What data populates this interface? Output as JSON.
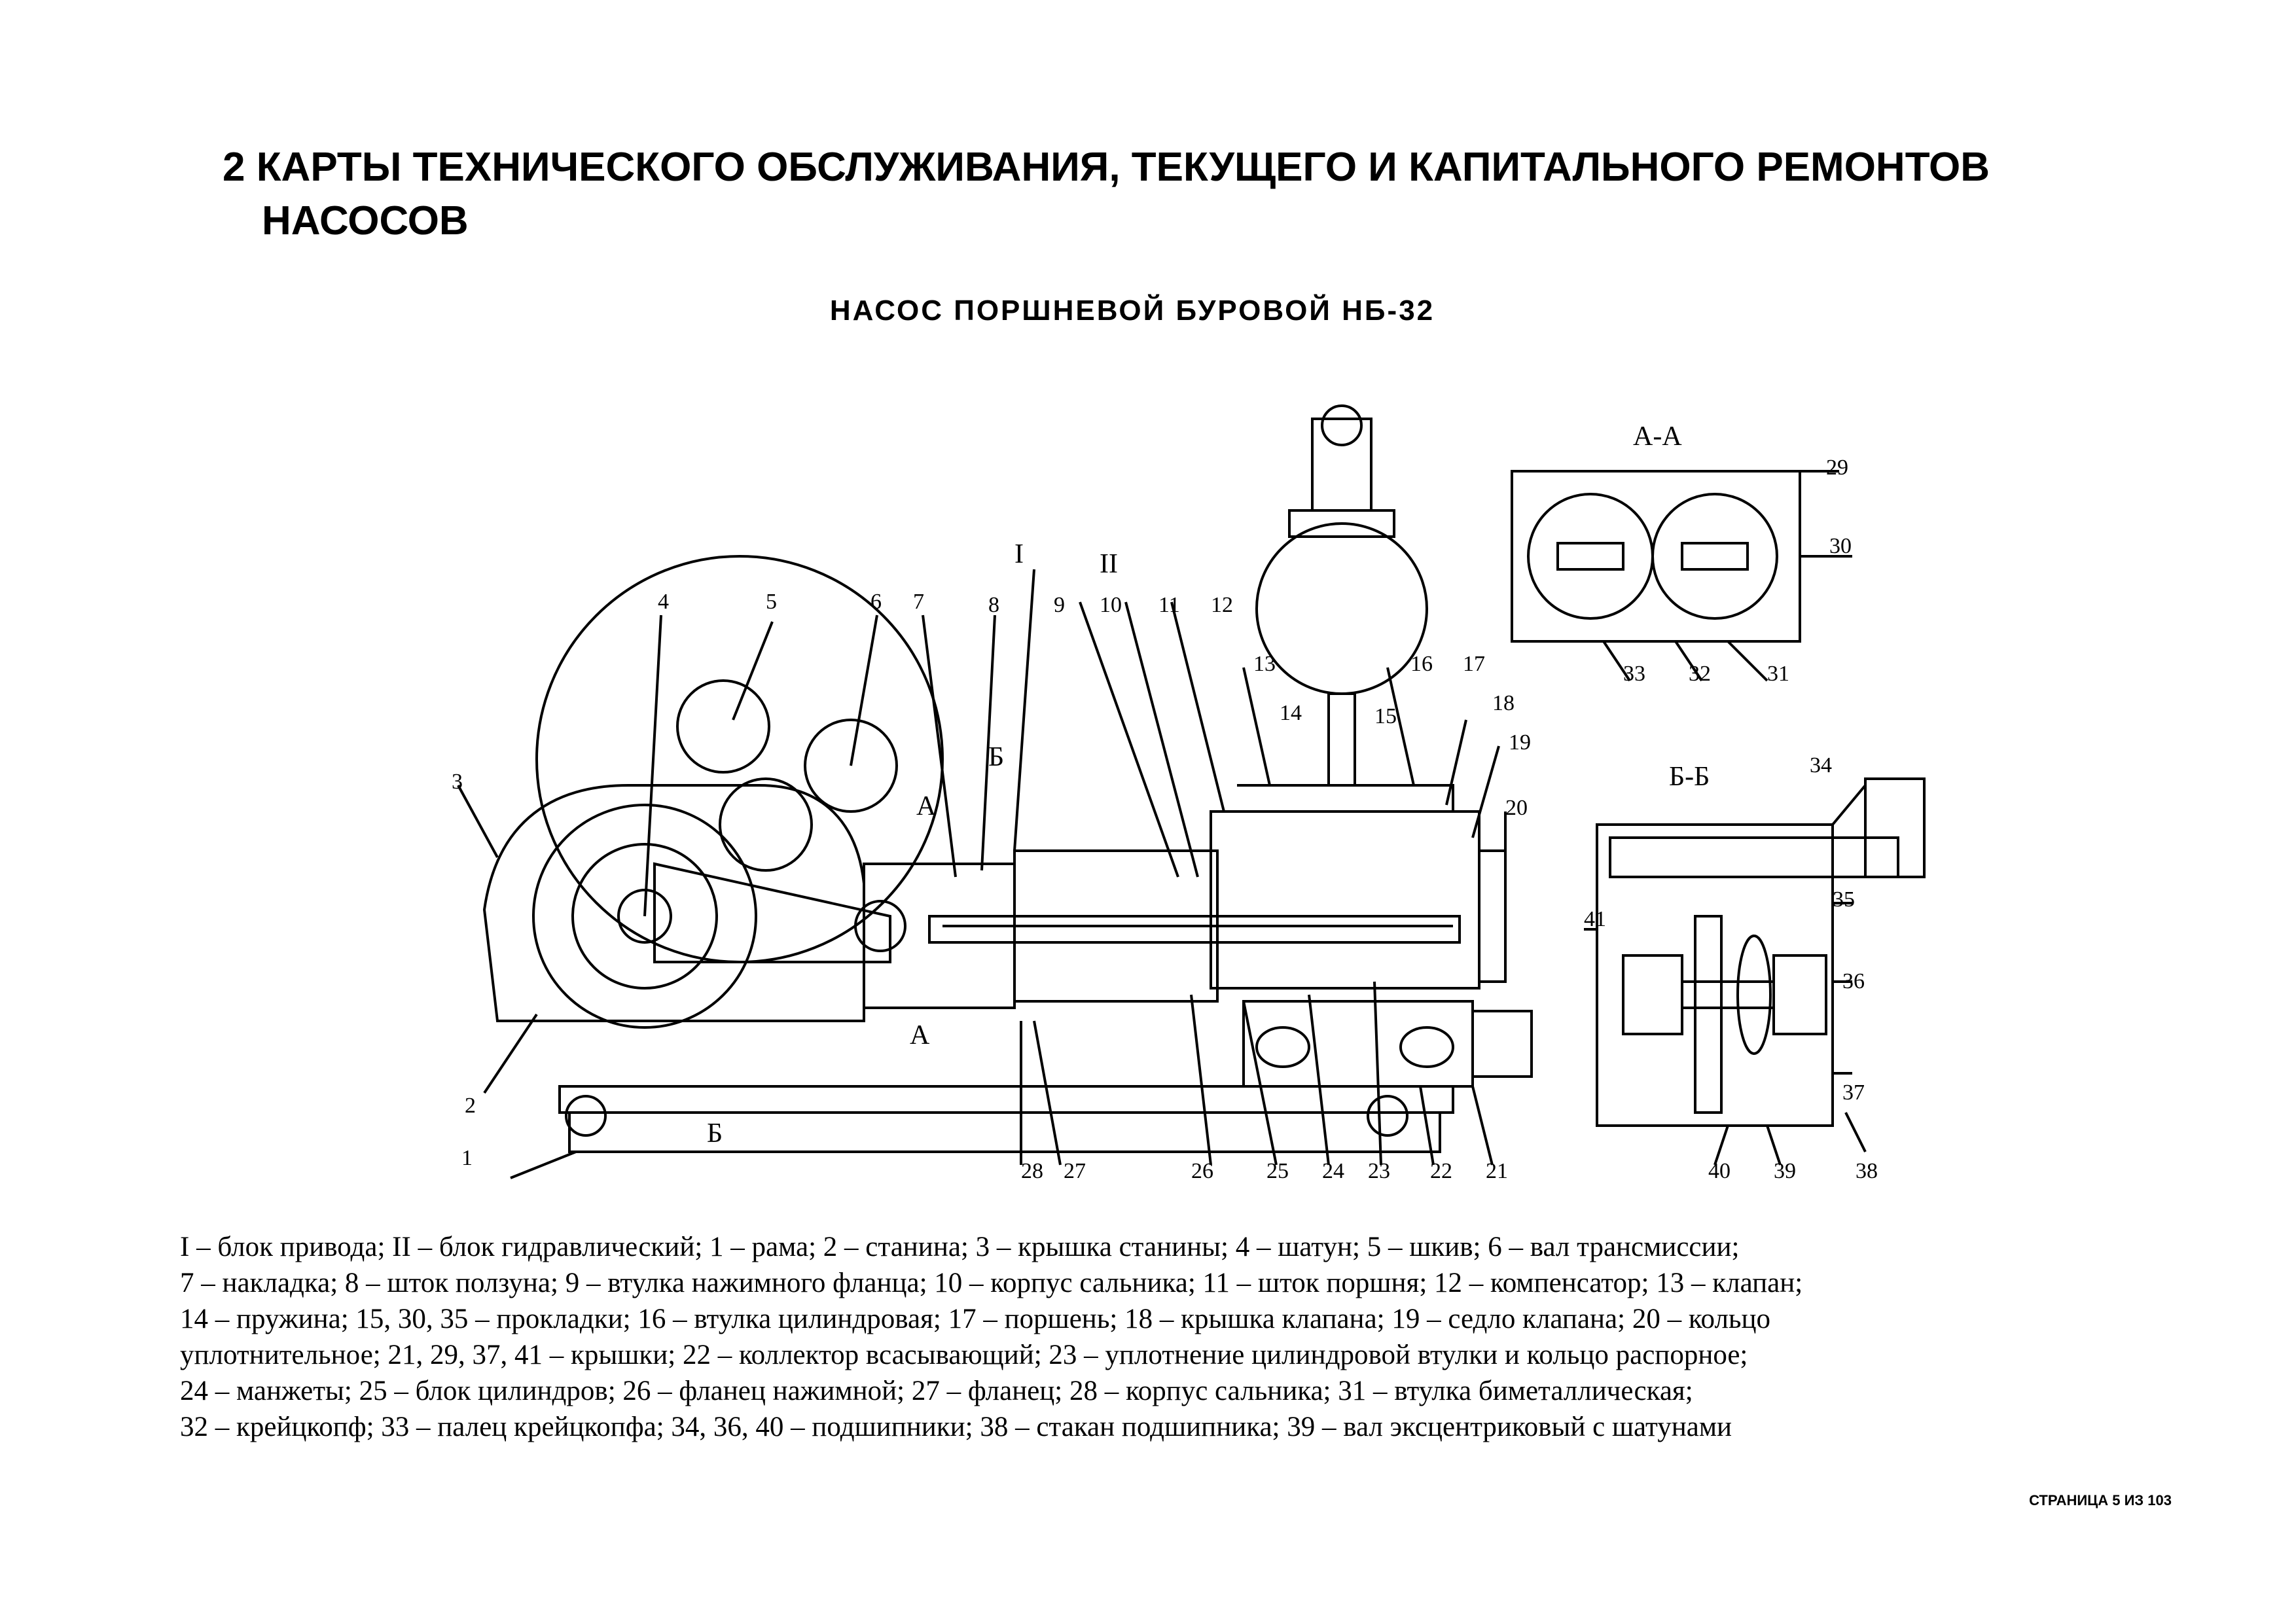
{
  "heading": {
    "line1": "2 КАРТЫ ТЕХНИЧЕСКОГО ОБСЛУЖИВАНИЯ, ТЕКУЩЕГО И КАПИТАЛЬНОГО РЕМОНТОВ",
    "line2": "НАСОСОВ"
  },
  "subtitle": "НАСОС ПОРШНЕВОЙ БУРОВОЙ НБ-32",
  "drawing": {
    "section_aa": "А-А",
    "section_bb": "Б-Б",
    "cut_a": "А",
    "cut_b": "Б",
    "block_labels": [
      "I",
      "II"
    ],
    "callouts": [
      "1",
      "2",
      "3",
      "4",
      "5",
      "6",
      "7",
      "8",
      "9",
      "10",
      "11",
      "12",
      "13",
      "14",
      "15",
      "16",
      "17",
      "18",
      "19",
      "20",
      "21",
      "22",
      "23",
      "24",
      "25",
      "26",
      "27",
      "28",
      "29",
      "30",
      "31",
      "32",
      "33",
      "34",
      "35",
      "36",
      "37",
      "38",
      "39",
      "40",
      "41"
    ]
  },
  "legend": [
    "I – блок привода; II – блок гидравлический; 1 – рама; 2 – станина; 3 –  крышка станины; 4 – шатун; 5 – шкив;  6 – вал трансмиссии;",
    "7 – накладка; 8 – шток ползуна; 9 – втулка нажимного фланца; 10 – корпус сальника; 11 – шток поршня; 12 – компенсатор; 13 – клапан;",
    "14 – пружина; 15, 30, 35 – прокладки; 16 – втулка цилиндровая; 17 – поршень; 18 –  крышка клапана; 19 – седло клапана; 20 – кольцо",
    "уплотнительное; 21, 29, 37, 41 – крышки; 22 – коллектор всасывающий; 23 – уплотнение цилиндровой втулки и кольцо распорное;",
    "24 – манжеты; 25 – блок цилиндров; 26 – фланец нажимной; 27 – фланец; 28 – корпус сальника; 31 – втулка биметаллическая;",
    "32 – крейцкопф; 33 – палец крейцкопфа; 34, 36, 40 – подшипники; 38 – стакан подшипника; 39 – вал эксцентриковый с шатунами"
  ],
  "page_number": "СТРАНИЦА 5 ИЗ 103"
}
